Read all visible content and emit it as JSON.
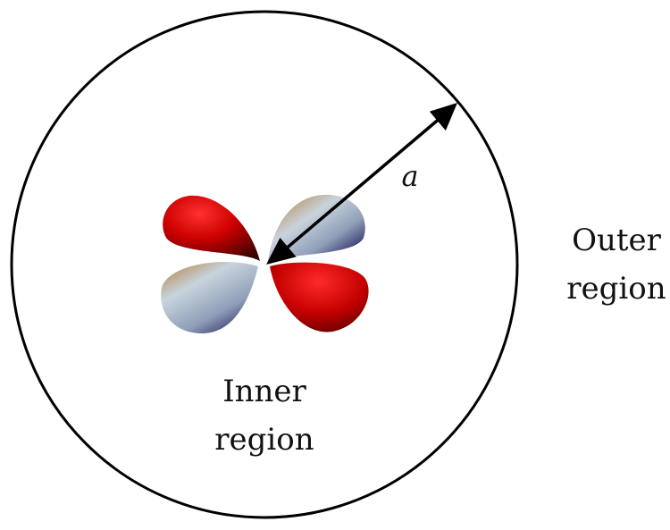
{
  "labels": {
    "radius": "a",
    "inner_line1": "Inner",
    "inner_line2": "region",
    "outer_line1": "Outer",
    "outer_line2": "region"
  },
  "colors": {
    "outline": "#000000",
    "red_lobe_light": "#ff2020",
    "red_lobe_mid": "#cc0000",
    "red_lobe_dark": "#3a0000",
    "blue_lobe_light": "#c8d4dc",
    "blue_lobe_mid": "#8f9eb8",
    "blue_lobe_dark": "#262560",
    "blue_lobe_tan": "#b58f5a"
  }
}
